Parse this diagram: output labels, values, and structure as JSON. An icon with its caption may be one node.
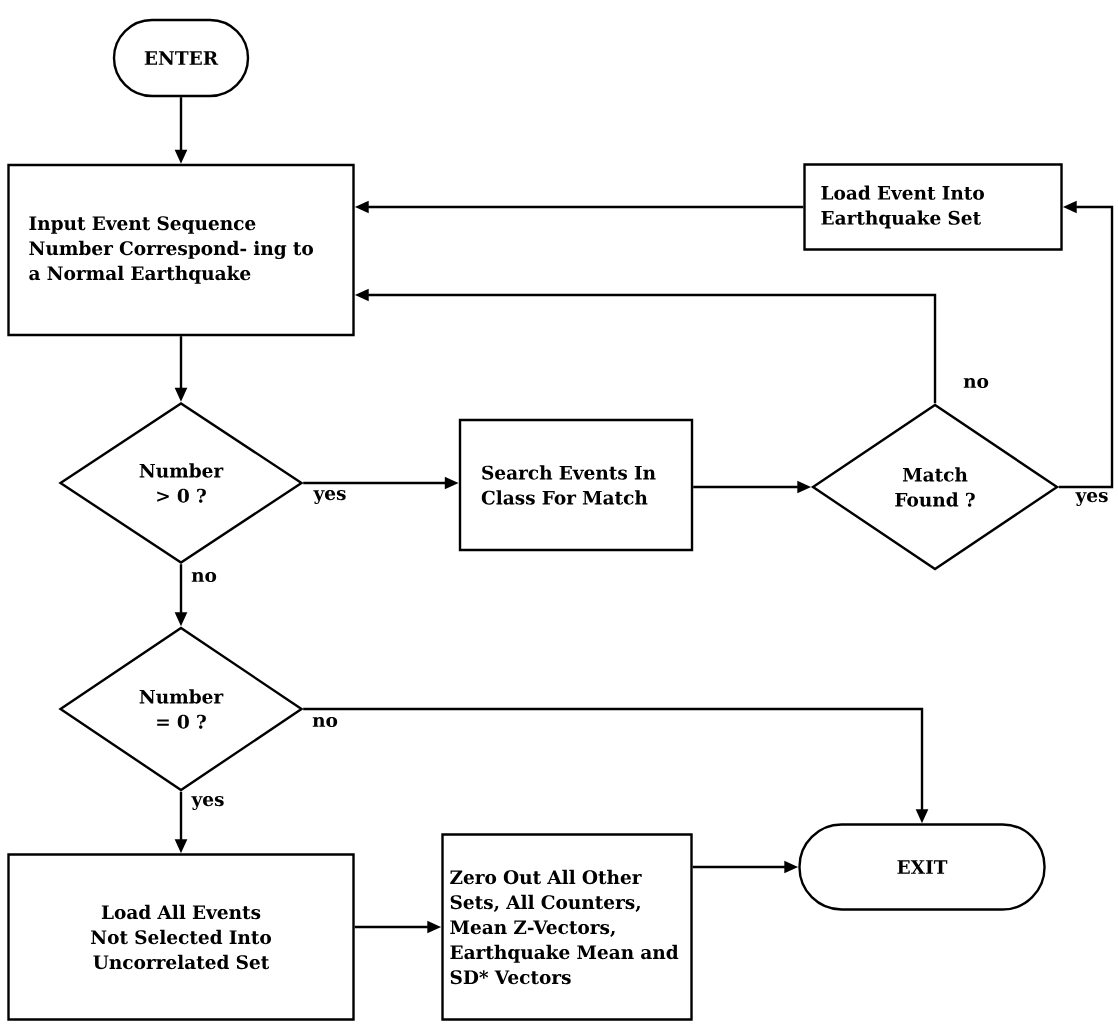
{
  "diagram": {
    "nodes": [
      {
        "text": [
          "ENTER"
        ]
      },
      {
        "text": [
          "Input Event Sequence Number Correspond- ing to a Normal Earthquake"
        ]
      },
      {
        "text": [
          "Load Event Into Earthquake Set"
        ]
      },
      {
        "text": [
          "Number > 0 ?"
        ]
      },
      {
        "text": [
          "Search Events In Class For Match"
        ]
      },
      {
        "text": [
          "Match Found ?"
        ]
      },
      {
        "text": [
          "Number = 0 ?"
        ]
      },
      {
        "text": [
          "Load All Events Not Selected Into Uncorrelated Set"
        ]
      },
      {
        "text": [
          "Zero Out All Other Sets, All Counters, Mean Z-Vectors, Earthquake Mean and SD* Vectors"
        ]
      },
      {
        "text": [
          "EXIT"
        ]
      }
    ],
    "edges": [
      {
        "from": 0,
        "to": 1,
        "arrow": "to"
      },
      {
        "from": 2,
        "to": 1,
        "arrow": "to"
      },
      {
        "from": 5,
        "to": 1,
        "arrow": "to",
        "label": "no"
      },
      {
        "from": 1,
        "to": 3,
        "arrow": "to"
      },
      {
        "from": 3,
        "to": 4,
        "arrow": "to",
        "label": "yes"
      },
      {
        "from": 3,
        "to": 6,
        "arrow": "to",
        "label": "no"
      },
      {
        "from": 4,
        "to": 5,
        "arrow": "to"
      },
      {
        "from": 5,
        "to": 2,
        "arrow": "to",
        "label": "yes"
      },
      {
        "from": 6,
        "to": 9,
        "arrow": "to",
        "label": "no"
      },
      {
        "from": 6,
        "to": 7,
        "arrow": "to",
        "label": "yes"
      },
      {
        "from": 7,
        "to": 8,
        "arrow": "to"
      },
      {
        "from": 8,
        "to": 9,
        "arrow": "to"
      }
    ]
  }
}
